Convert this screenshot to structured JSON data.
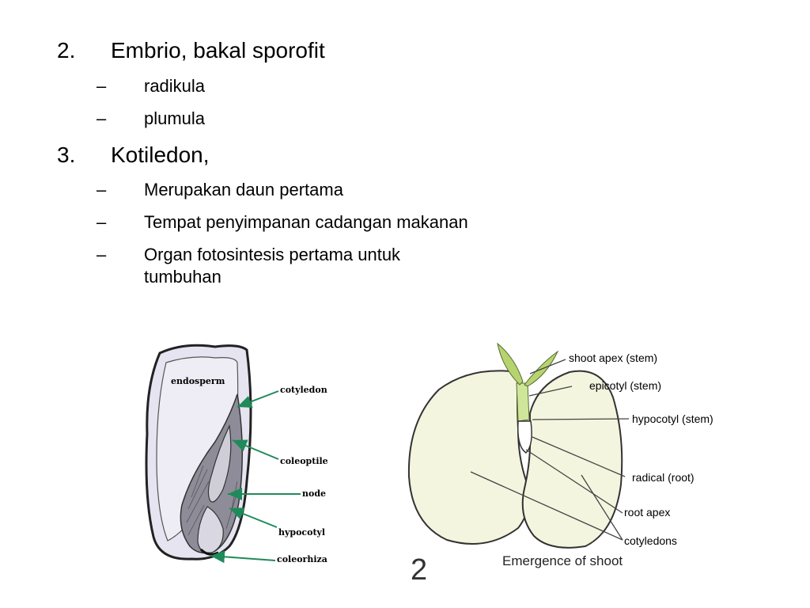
{
  "items": [
    {
      "number": "2.",
      "text": "Embrio, bakal sporofit",
      "subitems": [
        "radikula",
        "plumula"
      ]
    },
    {
      "number": "3.",
      "text": "Kotiledon,",
      "subitems": [
        "Merupakan daun pertama",
        "Tempat penyimpanan cadangan makanan",
        "Organ fotosintesis pertama untuk tumbuhan"
      ]
    }
  ],
  "dash": "–",
  "figure1": {
    "labels": {
      "endosperm": "endosperm",
      "cotyledon": "cotyledon",
      "coleoptile": "coleoptile",
      "node": "node",
      "hypocotyl": "hypocotyl",
      "coleorhiza": "coleorhiza"
    },
    "arrow_color": "#1f8a5a"
  },
  "figure2": {
    "labels": {
      "shoot_apex": "shoot apex (stem)",
      "epicotyl": "epicotyl (stem)",
      "hypocotyl": "hypocotyl (stem)",
      "radical": "radical (root)",
      "root_apex": "root apex",
      "cotyledons": "cotyledons"
    },
    "number": "2",
    "caption": "Emergence of shoot"
  }
}
